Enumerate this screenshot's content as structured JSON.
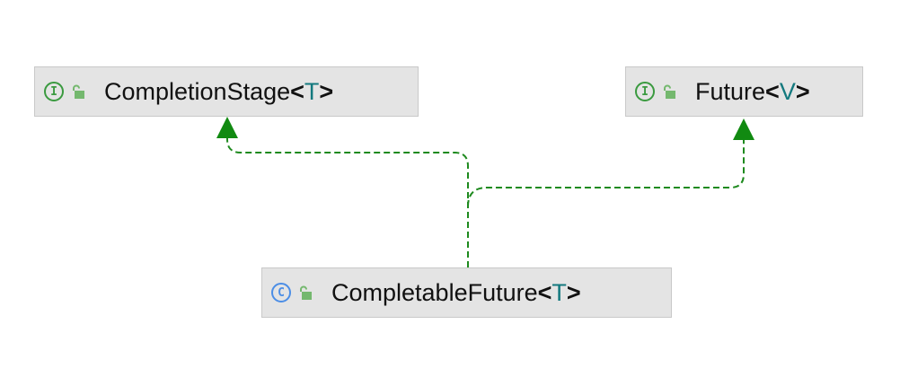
{
  "diagram": {
    "nodes": [
      {
        "id": "completion-stage",
        "kind": "interface",
        "kind_letter": "I",
        "name": "CompletionStage",
        "type_param": "T"
      },
      {
        "id": "future",
        "kind": "interface",
        "kind_letter": "I",
        "name": "Future",
        "type_param": "V"
      },
      {
        "id": "completable-future",
        "kind": "class",
        "kind_letter": "C",
        "name": "CompletableFuture",
        "type_param": "T"
      }
    ],
    "edges": [
      {
        "from": "completable-future",
        "to": "completion-stage",
        "style": "dashed",
        "relation": "implements"
      },
      {
        "from": "completable-future",
        "to": "future",
        "style": "dashed",
        "relation": "implements"
      }
    ],
    "colors": {
      "interface_icon": "#3a9a3f",
      "class_icon": "#4c8ee6",
      "lock_icon": "#74b86e",
      "type_param": "#13797e",
      "edge": "#1e8a1e",
      "arrowhead": "#118a11",
      "node_fill": "#e4e4e4",
      "node_border": "#c9c9c9"
    },
    "icons": {
      "interface": "interface-icon",
      "class": "class-icon",
      "visibility": "unlocked-padlock-icon"
    }
  }
}
